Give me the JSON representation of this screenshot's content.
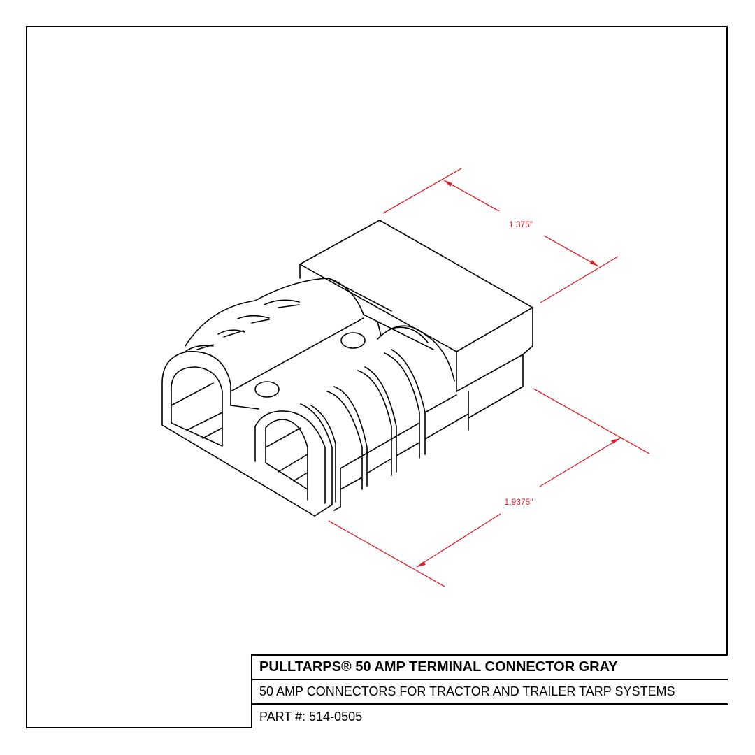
{
  "title_block": {
    "title": "PULLTARPS® 50 AMP TERMINAL CONNECTOR GRAY",
    "description": "50 AMP CONNECTORS FOR TRACTOR AND TRAILER TARP SYSTEMS",
    "part_number": "PART #: 514-0505"
  },
  "dimensions": {
    "depth_label": "1.375\"",
    "width_label": "1.9375\""
  },
  "colors": {
    "line": "#000000",
    "dimension": "#e0202a",
    "background": "#ffffff"
  }
}
